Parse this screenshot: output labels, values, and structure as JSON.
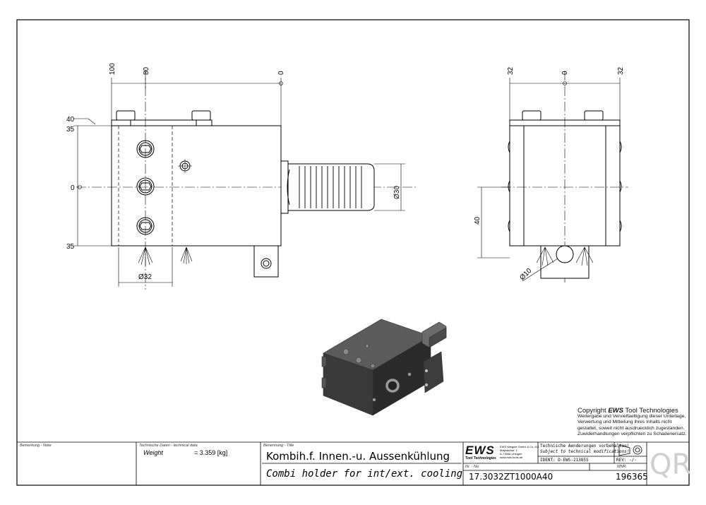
{
  "dimensions": {
    "front_top": [
      "100",
      "80",
      "0"
    ],
    "front_left": [
      "40",
      "35",
      "0",
      "35"
    ],
    "front_bore": "Ø32",
    "front_shank": "Ø30",
    "side_top": [
      "32",
      "0",
      "32"
    ],
    "side_left": "40",
    "side_bore": "Ø10"
  },
  "copyright": {
    "prefix": "Copyright",
    "brand": "EWS",
    "suffix": "Tool Technologies",
    "lines": [
      "Weitergabe und Vervielfaeltigung dieser Unterlage,",
      "Verwertung und Mitteilung ihres Inhalts nicht",
      "gestattet, soweit nicht ausdruecklich zugestanden.",
      "Zuwiderhandlungen verpflichten zu Schadenersatz."
    ]
  },
  "title_block": {
    "note_label": "Bemerkung - Note",
    "tech_label": "Technische Daten - technical data",
    "weight_label": "Weight",
    "weight_value": "= 3.359 [kg]",
    "title_label": "Benennung - Title",
    "title_de": "Kombih.f. Innen.-u. Aussenkühlung",
    "title_en": "Combi holder for int/ext. cooling",
    "logo": "EWS",
    "logo_sub": "Tool Technologies",
    "company_lines": [
      "EWS Weigele GmbH & Co. KG",
      "Maybachstr. 1",
      "D-73066 Uhingen",
      "www.ews-tools.de"
    ],
    "changes_de": "Technische Aenderungen vorbehalten!",
    "changes_en": "Subject to technical modifications!",
    "ident": "IDENT:  D-EWS-213855",
    "rev": "REV:  -/-",
    "nr_label": "Nr. - No",
    "part_number": "17.3032ZT1000A40",
    "mnr_label": "MNR",
    "mnr": "196365",
    "qr": "QR"
  }
}
